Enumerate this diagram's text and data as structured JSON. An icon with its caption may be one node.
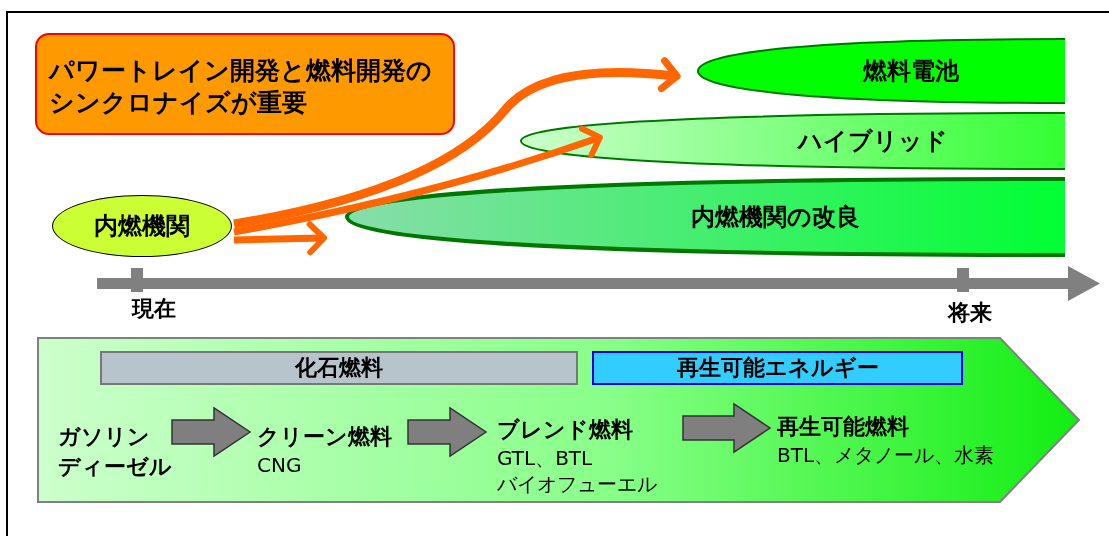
{
  "diagram": {
    "nodes": [
      {
        "text": [
          "パワートレイン開発と燃料開発のシンクロナイズが重要"
        ]
      },
      {
        "text": [
          "内燃機関"
        ]
      },
      {
        "text": [
          "燃料電池"
        ]
      },
      {
        "text": [
          "ハイブリッド"
        ]
      },
      {
        "text": [
          "内燃機関の改良"
        ]
      },
      {
        "text": [],
        "shape": "arrow"
      },
      {
        "text": [
          "化石燃料"
        ],
        "in": 5
      },
      {
        "text": [
          "再生可能エネルギー"
        ],
        "in": 5
      },
      {
        "text": [
          "ガソリン",
          "ディーゼル"
        ],
        "in": 5
      },
      {
        "text": [
          "クリーン燃料",
          "CNG"
        ],
        "in": 5
      },
      {
        "text": [
          "ブレンド燃料",
          "GTL、BTL",
          "バイオフューエル"
        ],
        "in": 5
      },
      {
        "text": [
          "再生可能燃料",
          "BTL、メタノール、水素"
        ],
        "in": 5
      }
    ],
    "edges": [
      {
        "from": 1,
        "to": 2,
        "arrow": "to",
        "color": "#ff6600"
      },
      {
        "from": 1,
        "to": 3,
        "arrow": "to",
        "color": "#ff6600"
      },
      {
        "from": 1,
        "to": 4,
        "arrow": "to",
        "color": "#ff6600"
      },
      {
        "from": 8,
        "to": 9,
        "arrow": "to",
        "color": "#7f7f7f",
        "style": "thick"
      },
      {
        "from": 9,
        "to": 10,
        "arrow": "to",
        "color": "#7f7f7f",
        "style": "thick"
      },
      {
        "from": 10,
        "to": 11,
        "arrow": "to",
        "color": "#7f7f7f",
        "style": "thick"
      }
    ],
    "labels": [
      "現在",
      "将来"
    ]
  }
}
